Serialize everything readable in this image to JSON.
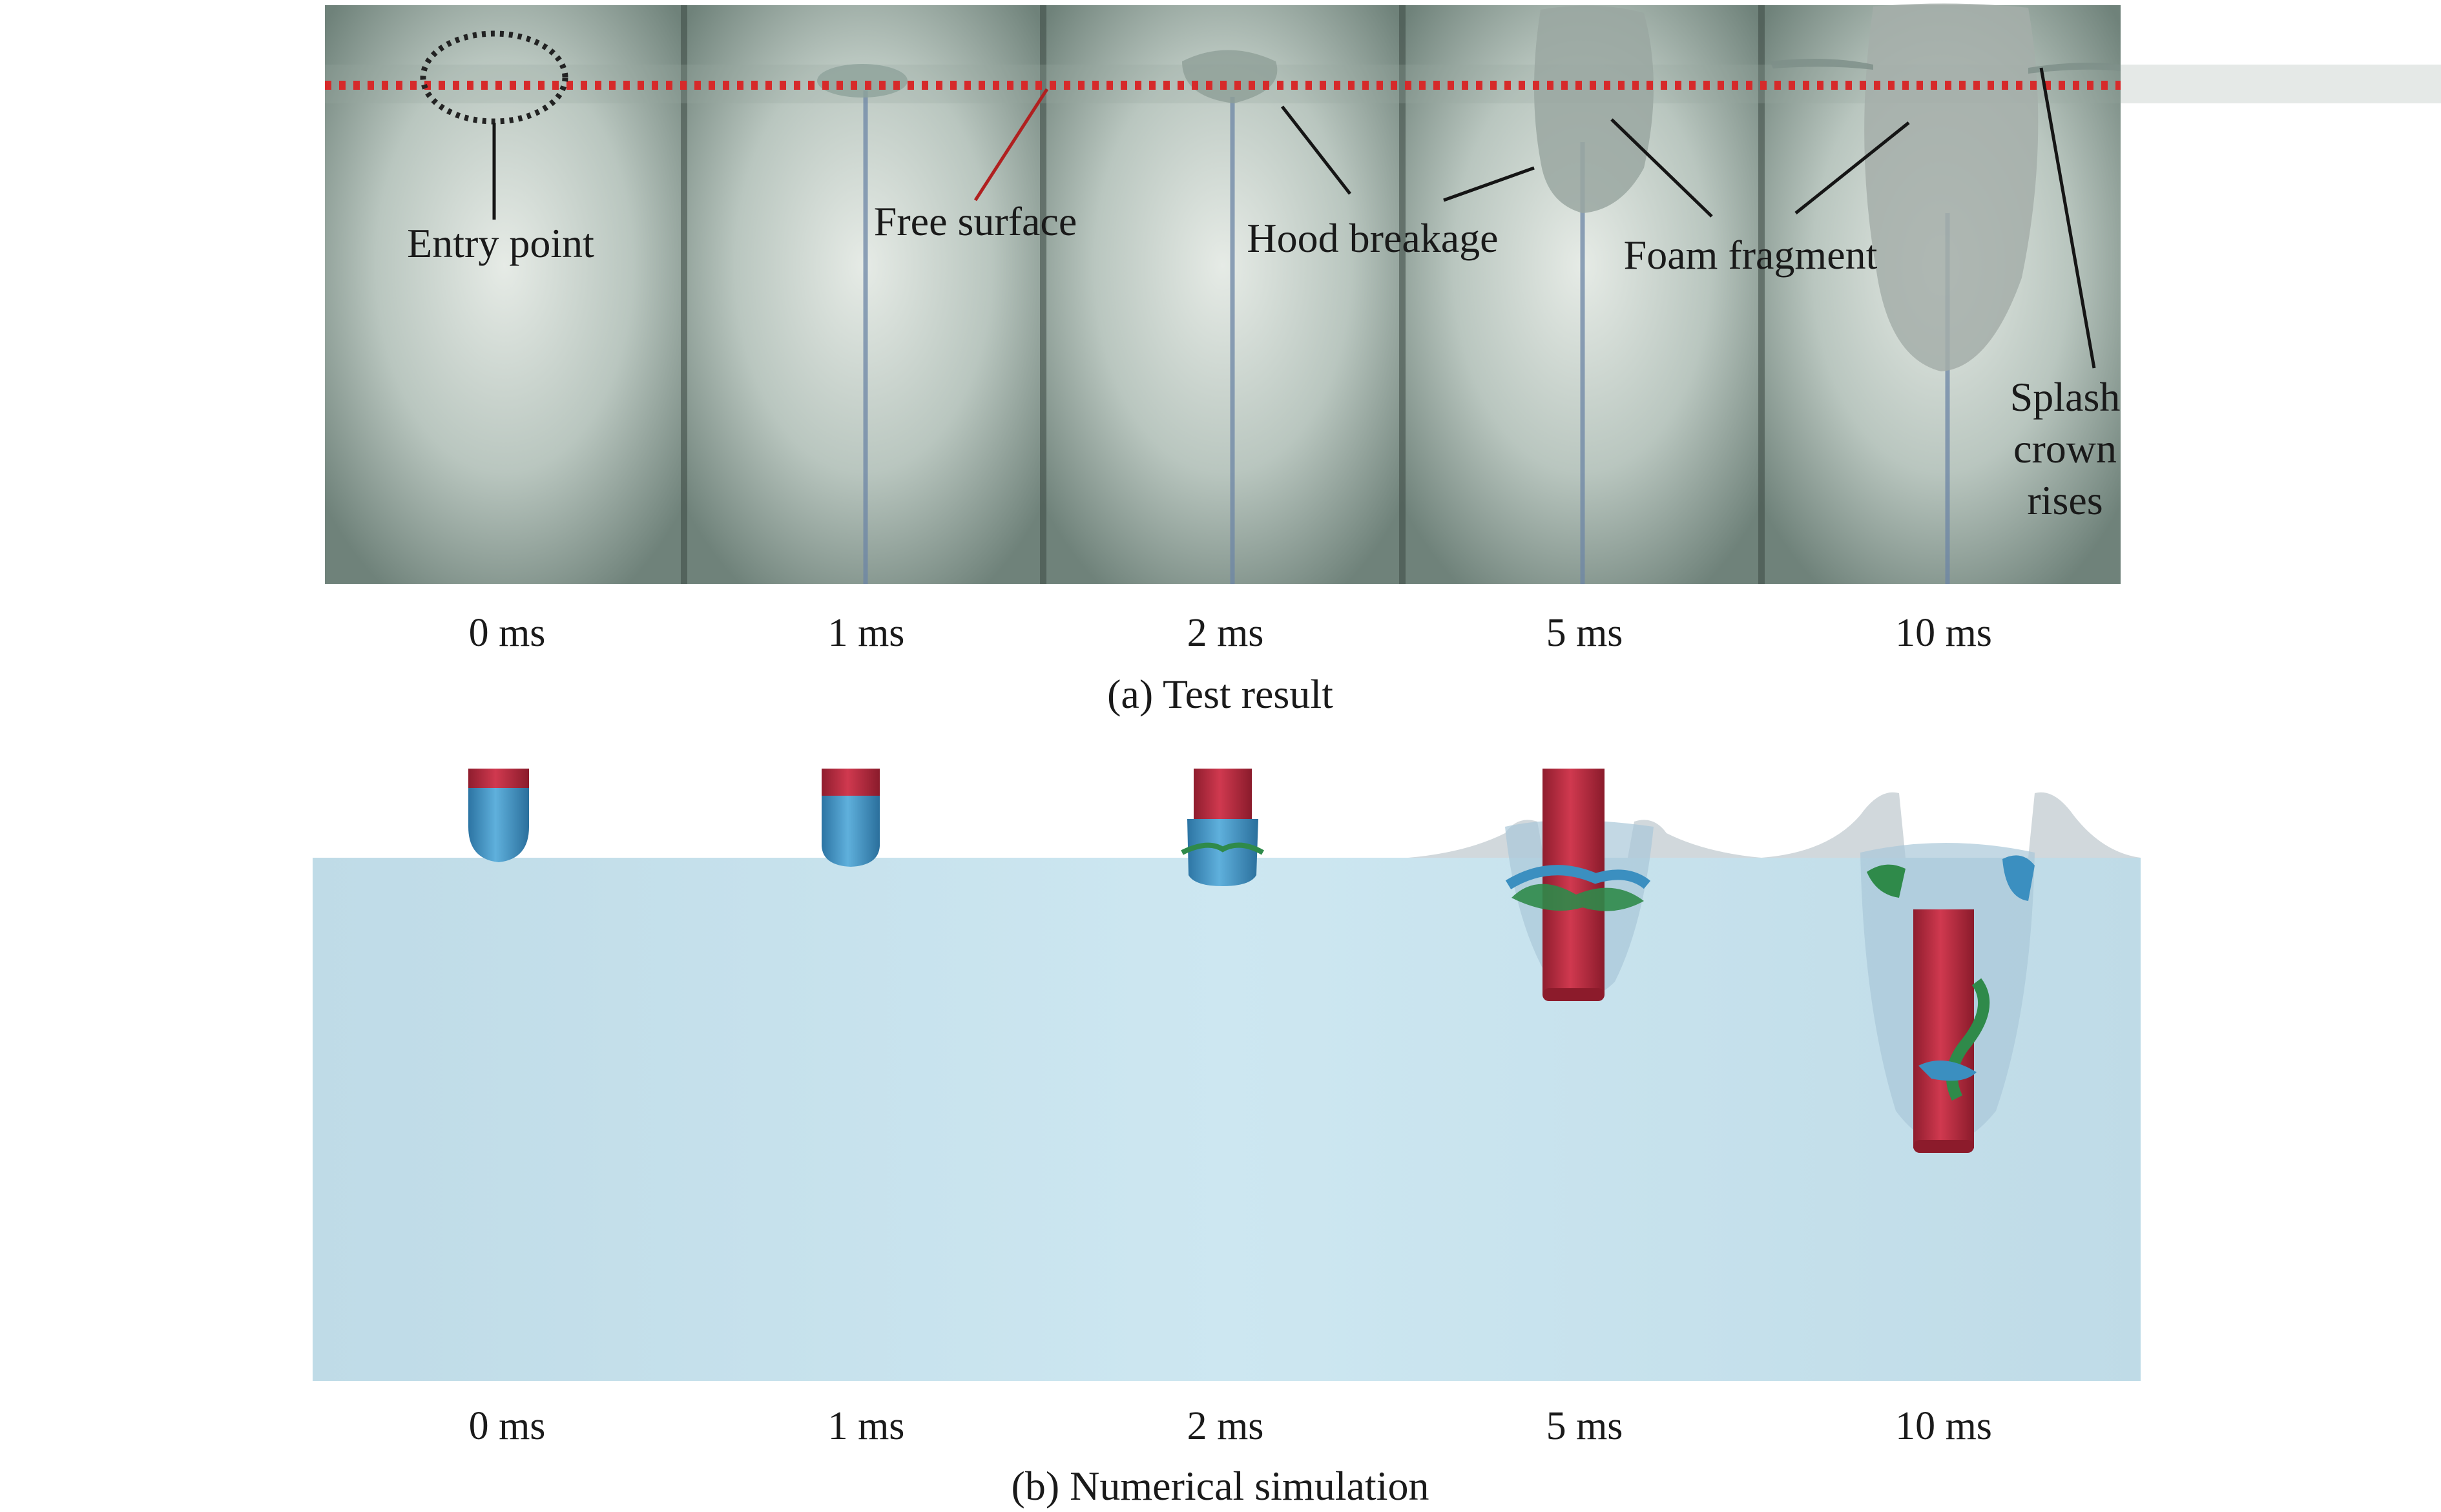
{
  "panel_a": {
    "caption": "(a) Test result",
    "annotations": {
      "entry_point": "Entry point",
      "free_surface": "Free surface",
      "hood_breakage": "Hood breakage",
      "foam_fragment": "Foam fragment",
      "splash_line1": "Splash",
      "splash_line2": "crown",
      "splash_line3": "rises"
    },
    "times": [
      "0 ms",
      "1 ms",
      "2 ms",
      "5 ms",
      "10 ms"
    ],
    "colors": {
      "free_surface_marker": "#d62a2a",
      "background": "#9fb0a6"
    }
  },
  "panel_b": {
    "caption": "(b) Numerical simulation",
    "times": [
      "0 ms",
      "1 ms",
      "2 ms",
      "5 ms",
      "10 ms"
    ],
    "colors": {
      "water": "#c8e4ef",
      "projectile_body": "#b52a3e",
      "hood": "#3b8fc0",
      "foam": "#2f8a4a"
    }
  }
}
